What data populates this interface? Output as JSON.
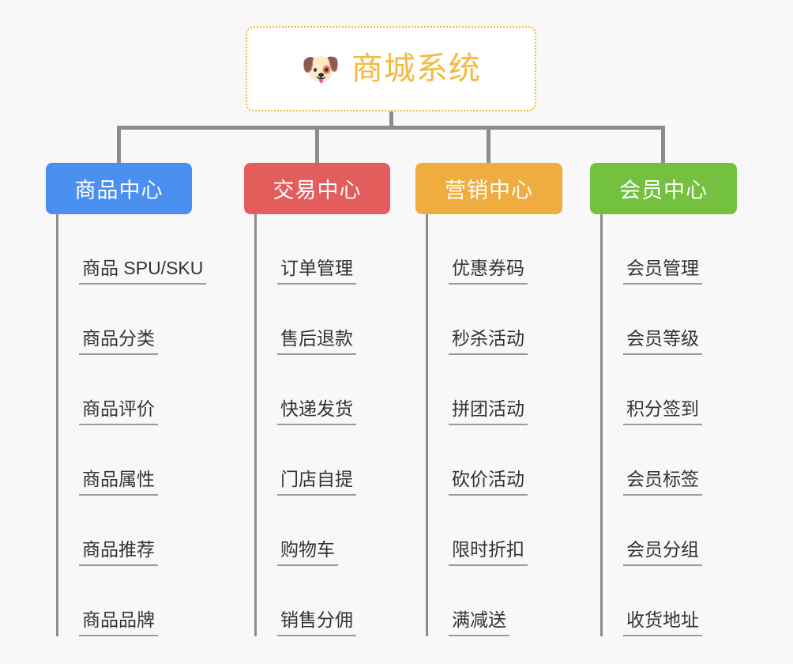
{
  "root": {
    "icon": "shiba-dog-icon",
    "emoji": "🐶",
    "title": "商城系统",
    "title_color": "#f5b93f",
    "border_color": "#f0b643"
  },
  "theme": {
    "background": "#f8f8f8",
    "connector_color": "#8c8c8c",
    "item_text_color": "#333333",
    "item_underline_color": "#9a9a9a"
  },
  "categories": [
    {
      "label": "商品中心",
      "color": "#4a90f0",
      "items": [
        {
          "label": "商品 SPU/SKU"
        },
        {
          "label": "商品分类"
        },
        {
          "label": "商品评价"
        },
        {
          "label": "商品属性"
        },
        {
          "label": "商品推荐"
        },
        {
          "label": "商品品牌"
        }
      ]
    },
    {
      "label": "交易中心",
      "color": "#e35d5d",
      "items": [
        {
          "label": "订单管理"
        },
        {
          "label": "售后退款"
        },
        {
          "label": "快递发货"
        },
        {
          "label": "门店自提"
        },
        {
          "label": "购物车"
        },
        {
          "label": "销售分佣"
        }
      ]
    },
    {
      "label": "营销中心",
      "color": "#eead3e",
      "items": [
        {
          "label": "优惠券码"
        },
        {
          "label": "秒杀活动"
        },
        {
          "label": "拼团活动"
        },
        {
          "label": "砍价活动"
        },
        {
          "label": "限时折扣"
        },
        {
          "label": "满减送"
        }
      ]
    },
    {
      "label": "会员中心",
      "color": "#73c13f",
      "items": [
        {
          "label": "会员管理"
        },
        {
          "label": "会员等级"
        },
        {
          "label": "积分签到"
        },
        {
          "label": "会员标签"
        },
        {
          "label": "会员分组"
        },
        {
          "label": "收货地址"
        }
      ]
    }
  ]
}
